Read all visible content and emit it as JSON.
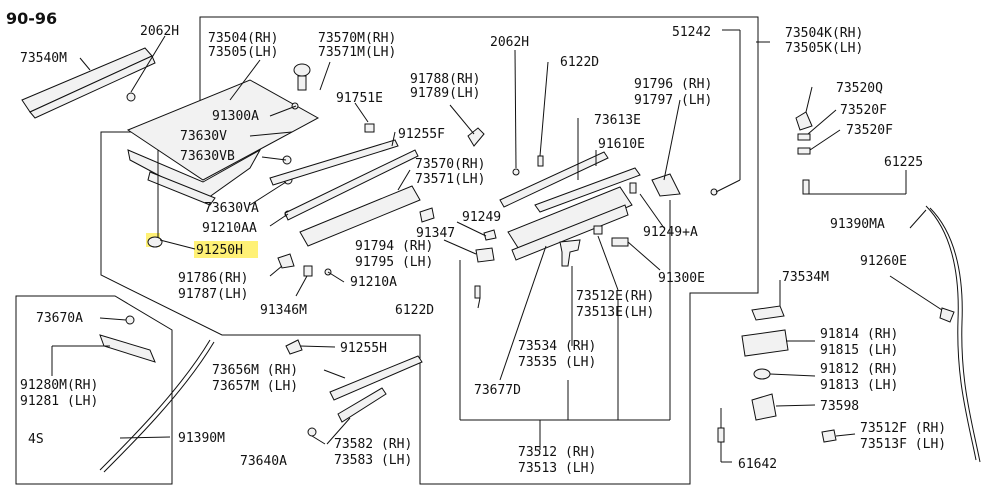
{
  "diagram": {
    "year_range": "90-96",
    "highlight_color": "#fff176",
    "labels": {
      "l2062H_top": "2062H",
      "l73540M": "73540M",
      "l73504_rh": "73504(RH)",
      "l73505_lh": "73505(LH)",
      "l73570M_rh": "73570M(RH)",
      "l73571M_lh": "73571M(LH)",
      "l91300A": "91300A",
      "l73630V": "73630V",
      "l73630VB": "73630VB",
      "l91751E": "91751E",
      "l91788_rh": "91788(RH)",
      "l91789_lh": "91789(LH)",
      "l91255F": "91255F",
      "l73570_rh": "73570(RH)",
      "l73571_lh": "73571(LH)",
      "l73630VA": "73630VA",
      "l91210AA": "91210AA",
      "l91347": "91347",
      "l91249": "91249",
      "l91250H": "91250H",
      "l91786_rh": "91786(RH)",
      "l91787_lh": "91787(LH)",
      "l91346M": "91346M",
      "l91210A": "91210A",
      "l91794_rh": "91794 (RH)",
      "l91795_lh": "91795 (LH)",
      "l6122D_bottom": "6122D",
      "l2062H_mid": "2062H",
      "l6122D_top": "6122D",
      "l51242": "51242",
      "l73504K_rh": "73504K(RH)",
      "l73505K_lh": "73505K(LH)",
      "l91796_rh": "91796 (RH)",
      "l91797_lh": "91797 (LH)",
      "l73613E": "73613E",
      "l91610E": "91610E",
      "l91249A": "91249+A",
      "l91300E": "91300E",
      "l73512E_rh": "73512E(RH)",
      "l73513E_lh": "73513E(LH)",
      "l73534_rh": "73534 (RH)",
      "l73535_lh": "73535 (LH)",
      "l73677D": "73677D",
      "l73512_rh": "73512 (RH)",
      "l73513_lh": "73513 (LH)",
      "l73520Q": "73520Q",
      "l73520F_a": "73520F",
      "l73520F_b": "73520F",
      "l61225": "61225",
      "l91390MA": "91390MA",
      "l91260E": "91260E",
      "l73534M": "73534M",
      "l91814_rh": "91814 (RH)",
      "l91815_lh": "91815 (LH)",
      "l91812_rh": "91812 (RH)",
      "l91813_lh": "91813 (LH)",
      "l73598": "73598",
      "l73512F_rh": "73512F (RH)",
      "l73513F_lh": "73513F (LH)",
      "l61642": "61642",
      "l73670A": "73670A",
      "l91280M_rh": "91280M(RH)",
      "l91281_lh": "91281 (LH)",
      "l4S": "4S",
      "l91390M": "91390M",
      "l91255H": "91255H",
      "l73656M_rh": "73656M (RH)",
      "l73657M_lh": "73657M (LH)",
      "l73640A": "73640A",
      "l73582_rh": "73582 (RH)",
      "l73583_lh": "73583 (LH)"
    }
  }
}
